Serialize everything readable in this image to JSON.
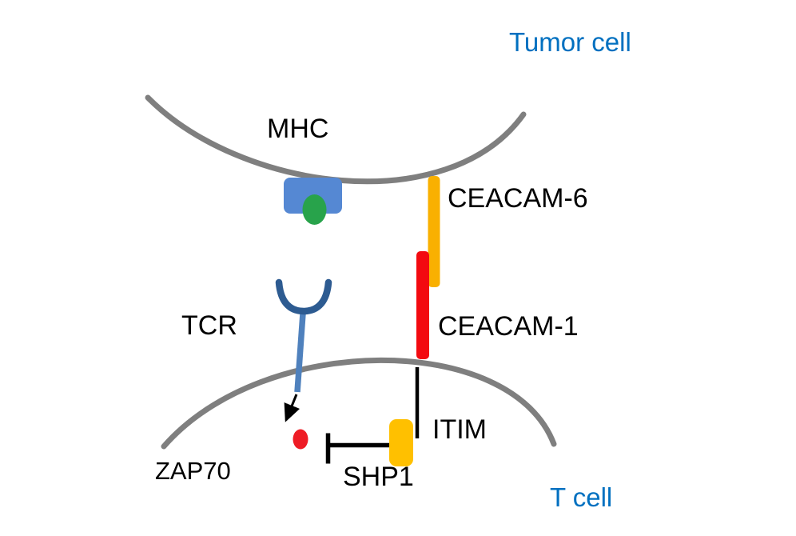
{
  "diagram": {
    "type": "immune-synapse-pathway",
    "tumor_cell_label": "Tumor cell",
    "t_cell_label": "T cell",
    "labels": {
      "mhc": "MHC",
      "tcr": "TCR",
      "ceacam6": "CEACAM-6",
      "ceacam1": "CEACAM-1",
      "itim": "ITIM",
      "shp1": "SHP1",
      "zap70": "ZAP70"
    },
    "relations": [
      "MHC on tumor cell presents peptide to TCR on T cell",
      "CEACAM-6 on tumor cell binds CEACAM-1 on T cell",
      "CEACAM-1 signals via ITIM to SHP1",
      "SHP1 inhibits ZAP70 phosphosignal downstream of TCR"
    ]
  },
  "colors": {
    "cell_label_blue": "#0070C0",
    "membrane_gray": "#7f7f7f",
    "mhc_blue": "#5588d3",
    "peptide_green": "#28a34b",
    "ceacam6_orange": "#f9b001",
    "ceacam1_red": "#f30a10",
    "tcr_cup_blue": "#2d5b91",
    "tcr_stem_blue": "#4f81bd",
    "shp1_yellow": "#ffc000",
    "phospho_red": "#ee1c25",
    "line_black": "#000000"
  }
}
